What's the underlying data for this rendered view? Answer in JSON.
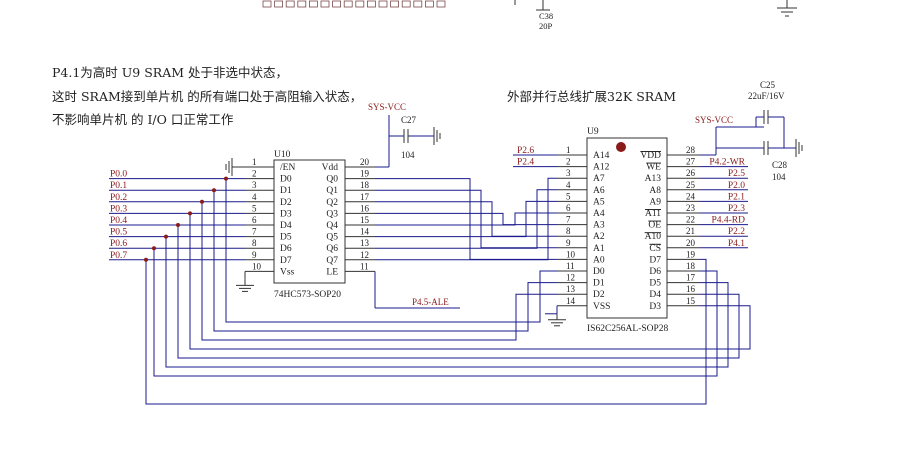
{
  "notes": {
    "line1": "P4.1为高时 U9 SRAM 处于非选中状态，",
    "line2": "这时 SRAM接到单片机 的所有端口处于高阻输入状态，",
    "line3": "不影响单片机 的 I/O 口正常工作",
    "title": "外部并行总线扩展32K SRAM"
  },
  "top_cap": {
    "ref": "C38",
    "value": "20P"
  },
  "u10": {
    "ref": "U10",
    "part": "74HC573-SOP20",
    "left_pins": [
      {
        "num": "1",
        "name": "/EN"
      },
      {
        "num": "2",
        "name": "D0"
      },
      {
        "num": "3",
        "name": "D1"
      },
      {
        "num": "4",
        "name": "D2"
      },
      {
        "num": "5",
        "name": "D3"
      },
      {
        "num": "6",
        "name": "D4"
      },
      {
        "num": "7",
        "name": "D5"
      },
      {
        "num": "8",
        "name": "D6"
      },
      {
        "num": "9",
        "name": "D7"
      },
      {
        "num": "10",
        "name": "Vss"
      }
    ],
    "right_pins": [
      {
        "num": "20",
        "name": "Vdd"
      },
      {
        "num": "19",
        "name": "Q0"
      },
      {
        "num": "18",
        "name": "Q1"
      },
      {
        "num": "17",
        "name": "Q2"
      },
      {
        "num": "16",
        "name": "Q3"
      },
      {
        "num": "15",
        "name": "Q4"
      },
      {
        "num": "14",
        "name": "Q5"
      },
      {
        "num": "13",
        "name": "Q6"
      },
      {
        "num": "12",
        "name": "Q7"
      },
      {
        "num": "11",
        "name": "LE"
      }
    ],
    "port_labels": [
      "P0.0",
      "P0.1",
      "P0.2",
      "P0.3",
      "P0.4",
      "P0.5",
      "P0.6",
      "P0.7"
    ]
  },
  "c27": {
    "ref": "C27",
    "value": "104",
    "supply": "SYS-VCC"
  },
  "ale_label": "P4.5-ALE",
  "u9": {
    "ref": "U9",
    "part": "IS62C256AL-SOP28",
    "left_pins": [
      {
        "num": "1",
        "name": "A14"
      },
      {
        "num": "2",
        "name": "A12"
      },
      {
        "num": "3",
        "name": "A7"
      },
      {
        "num": "4",
        "name": "A6"
      },
      {
        "num": "5",
        "name": "A5"
      },
      {
        "num": "6",
        "name": "A4"
      },
      {
        "num": "7",
        "name": "A3"
      },
      {
        "num": "8",
        "name": "A2"
      },
      {
        "num": "9",
        "name": "A1"
      },
      {
        "num": "10",
        "name": "A0"
      },
      {
        "num": "11",
        "name": "D0"
      },
      {
        "num": "12",
        "name": "D1"
      },
      {
        "num": "13",
        "name": "D2"
      },
      {
        "num": "14",
        "name": "VSS"
      }
    ],
    "right_pins": [
      {
        "num": "28",
        "name": "VDD"
      },
      {
        "num": "27",
        "name": "WE"
      },
      {
        "num": "26",
        "name": "A13"
      },
      {
        "num": "25",
        "name": "A8"
      },
      {
        "num": "24",
        "name": "A9"
      },
      {
        "num": "23",
        "name": "A11"
      },
      {
        "num": "22",
        "name": "OE"
      },
      {
        "num": "21",
        "name": "A10"
      },
      {
        "num": "20",
        "name": "CS"
      },
      {
        "num": "19",
        "name": "D7"
      },
      {
        "num": "18",
        "name": "D6"
      },
      {
        "num": "17",
        "name": "D5"
      },
      {
        "num": "16",
        "name": "D4"
      },
      {
        "num": "15",
        "name": "D3"
      }
    ],
    "left_nets": [
      "P2.6",
      "P2.4"
    ],
    "right_nets": [
      "P4.2-WR",
      "P2.5",
      "P2.0",
      "P2.1",
      "P2.3",
      "P4.4-RD",
      "P2.2",
      "P4.1"
    ]
  },
  "c25": {
    "ref": "C25",
    "value": "22uF/16V"
  },
  "c28": {
    "ref": "C28",
    "value": "104",
    "supply": "SYS-VCC"
  },
  "colors": {
    "wire": "#1a1a8c",
    "net_label": "#8b1a1a",
    "text": "#222222",
    "pin1_dot": "#8b1a1a"
  }
}
